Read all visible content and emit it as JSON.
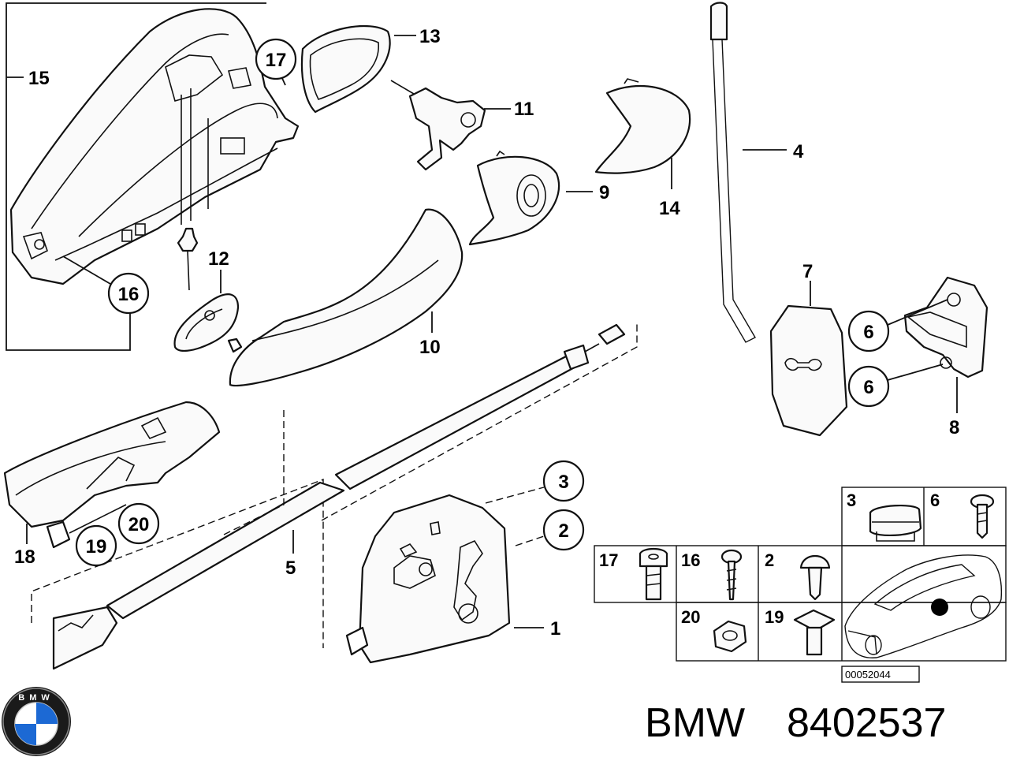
{
  "callouts": {
    "c1": "1",
    "c2": "2",
    "c3": "3",
    "c4": "4",
    "c5": "5",
    "c6a": "6",
    "c6b": "6",
    "c7": "7",
    "c8": "8",
    "c9": "9",
    "c10": "10",
    "c11": "11",
    "c12": "12",
    "c13": "13",
    "c14": "14",
    "c15": "15",
    "c16": "16",
    "c17": "17",
    "c18": "18",
    "c19": "19",
    "c20": "20"
  },
  "table": {
    "h3": "3",
    "h6": "6",
    "h17": "17",
    "h16": "16",
    "h2": "2",
    "h20": "20",
    "h19": "19"
  },
  "diagram_code": "00052044",
  "logo": {
    "letters": "BMW"
  },
  "caption": {
    "brand": "BMW",
    "part_number": "8402537"
  }
}
